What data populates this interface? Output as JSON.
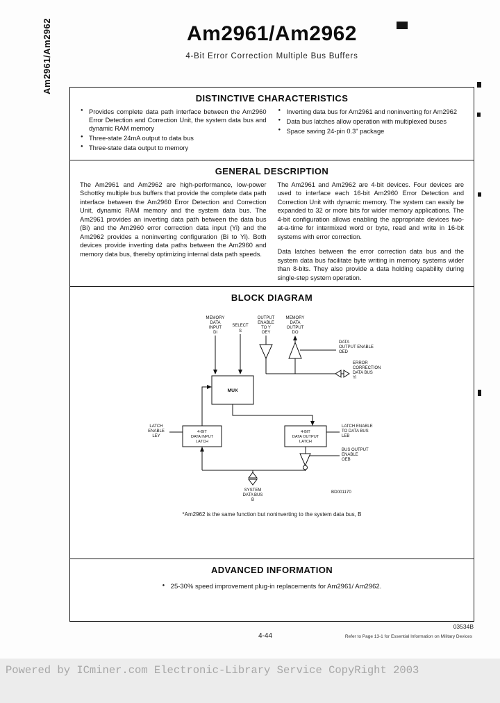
{
  "page": {
    "side_title": "Am2961/Am2962",
    "title": "Am2961/Am2962",
    "subtitle": "4-Bit Error Correction Multiple Bus Buffers",
    "doc_code": "03534B",
    "page_number": "4-44",
    "military_note": "Refer to Page 13-1 for Essential Information on Military Devices",
    "watermark": "Powered by ICminer.com Electronic-Library Service CopyRight 2003"
  },
  "distinctive": {
    "heading": "DISTINCTIVE CHARACTERISTICS",
    "left": [
      "Provides complete data path interface between the Am2960 Error Detection and Correction Unit, the system data bus and dynamic RAM memory",
      "Three-state 24mA output to data bus",
      "Three-state data output to memory"
    ],
    "right": [
      "Inverting data bus for Am2961 and noninverting for Am2962",
      "Data bus latches allow operation with multiplexed buses",
      "Space saving 24-pin 0.3\" package"
    ]
  },
  "general": {
    "heading": "GENERAL DESCRIPTION",
    "left": [
      "The Am2961 and Am2962 are high-performance, low-power Schottky multiple bus buffers that provide the complete data path interface between the Am2960 Error Detection and Correction Unit, dynamic RAM memory and the system data bus. The Am2961 provides an inverting data path between the data bus (Bi) and the Am2960 error correction data input (Yi) and the Am2962 provides a noninverting configuration (Bi to Yi). Both devices provide inverting data paths between the Am2960 and memory data bus, thereby optimizing internal data path speeds."
    ],
    "right": [
      "The Am2961 and Am2962 are 4-bit devices. Four devices are used to interface each 16-bit Am2960 Error Detection and Correction Unit with dynamic memory. The system can easily be expanded to 32 or more bits for wider memory applications. The 4-bit configuration allows enabling the appropriate devices two-at-a-time for intermixed word or byte, read and write in 16-bit systems with error correction.",
      "Data latches between the error correction data bus and the system data bus facilitate byte writing in memory systems wider than 8-bits. They also provide a data holding capability during single-step system operation."
    ]
  },
  "block_diagram": {
    "heading": "BLOCK DIAGRAM",
    "code": "BD001170",
    "footnote": "*Am2962 is the same function but noninverting to the system data bus, B",
    "labels": {
      "memory_data_input": [
        "MEMORY",
        "DATA",
        "INPUT",
        "Di"
      ],
      "select": [
        "SELECT",
        "S"
      ],
      "output_enable_to_y": [
        "OUTPUT",
        "ENABLE",
        "TO Y",
        "OEY"
      ],
      "memory_data_output": [
        "MEMORY",
        "DATA",
        "OUTPUT",
        "DO"
      ],
      "data_output_enable": [
        "DATA",
        "OUTPUT ENABLE",
        "OED"
      ],
      "error_correction_data_bus": [
        "ERROR",
        "CORRECTION",
        "DATA BUS",
        "Yi"
      ],
      "latch_enable_y": [
        "LATCH",
        "ENABLE",
        "LEY"
      ],
      "input_latch": [
        "4-BIT",
        "DATA INPUT",
        "LATCH"
      ],
      "output_latch": [
        "4-BIT",
        "DATA OUTPUT",
        "LATCH"
      ],
      "latch_enable_bus": [
        "LATCH ENABLE",
        "TO DATA BUS",
        "LEB"
      ],
      "bus_output_enable": [
        "BUS OUTPUT",
        "ENABLE",
        "OEB"
      ],
      "system_data_bus": [
        "SYSTEM",
        "DATA BUS",
        "B"
      ],
      "mux": "MUX"
    }
  },
  "advanced": {
    "heading": "ADVANCED INFORMATION",
    "bullet": "25-30% speed improvement plug-in replacements for Am2961/ Am2962."
  }
}
